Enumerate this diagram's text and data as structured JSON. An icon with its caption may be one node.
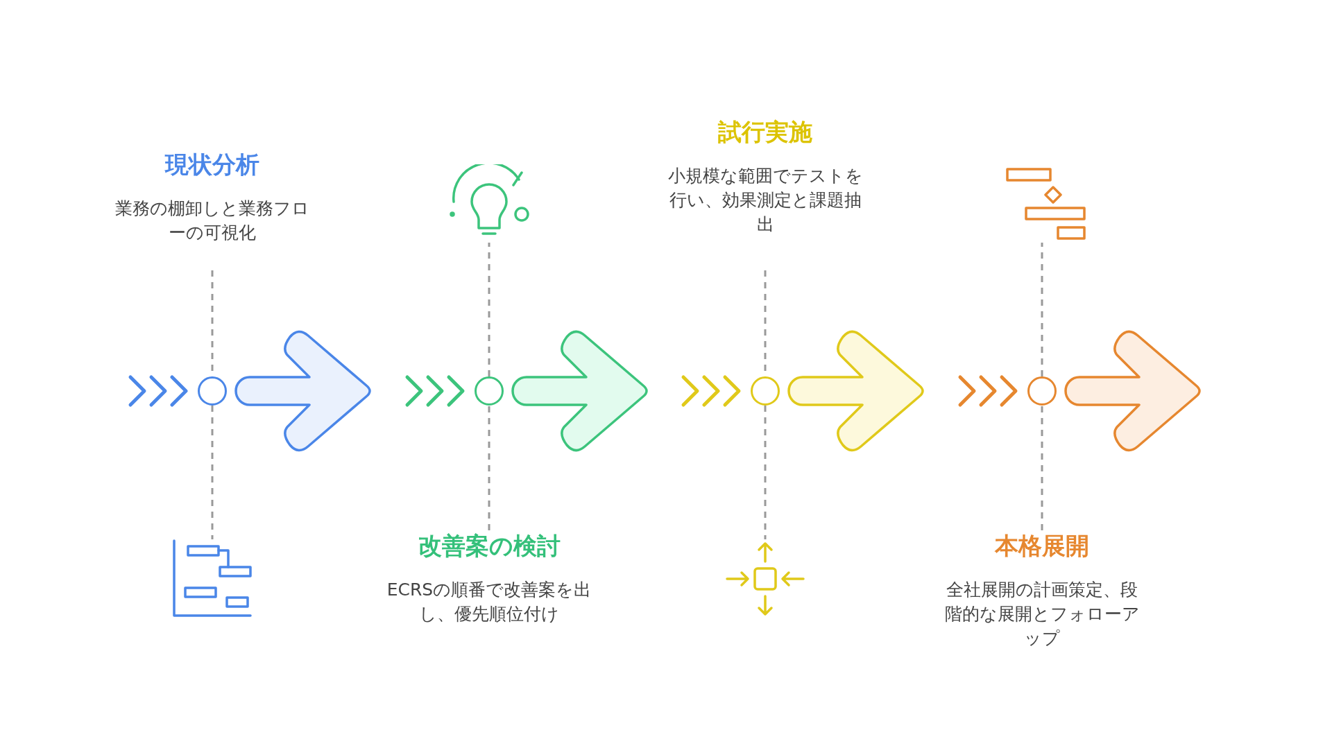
{
  "diagram": {
    "nodes": [
      {
        "text": [
          "現状分析",
          "業務の棚卸しと業務フローの可視化"
        ]
      },
      {
        "text": [
          "改善案の検討",
          "ECRSの順番で改善案を出し、優先順位付け"
        ]
      },
      {
        "text": [
          "試行実施",
          "小規模な範囲でテストを行い、効果測定と課題抽出"
        ]
      },
      {
        "text": [
          "本格展開",
          "全社展開の計画策定、段階的な展開とフォローアップ"
        ]
      },
      {
        "text": [],
        "shape": "circle"
      },
      {
        "text": [],
        "shape": "circle"
      },
      {
        "text": [],
        "shape": "circle"
      },
      {
        "text": [],
        "shape": "circle"
      },
      {
        "text": [],
        "shape": "chart"
      },
      {
        "text": [],
        "shape": "lightbulb"
      },
      {
        "text": [],
        "shape": "arrows"
      },
      {
        "text": [],
        "shape": "chart"
      }
    ],
    "edges": [
      {
        "from": 0,
        "to": 4,
        "arrow": "none",
        "style": "dashed",
        "color": "#999999"
      },
      {
        "from": 4,
        "to": 8,
        "arrow": "none",
        "style": "dashed",
        "color": "#999999"
      },
      {
        "from": 1,
        "to": 5,
        "arrow": "none",
        "style": "dashed",
        "color": "#999999"
      },
      {
        "from": 5,
        "to": 9,
        "arrow": "none",
        "style": "dashed",
        "color": "#999999"
      },
      {
        "from": 2,
        "to": 6,
        "arrow": "none",
        "style": "dashed",
        "color": "#999999"
      },
      {
        "from": 6,
        "to": 10,
        "arrow": "none",
        "style": "dashed",
        "color": "#999999"
      },
      {
        "from": 3,
        "to": 7,
        "arrow": "none",
        "style": "dashed",
        "color": "#999999"
      },
      {
        "from": 7,
        "to": 11,
        "arrow": "none",
        "style": "dashed",
        "color": "#999999"
      }
    ]
  }
}
